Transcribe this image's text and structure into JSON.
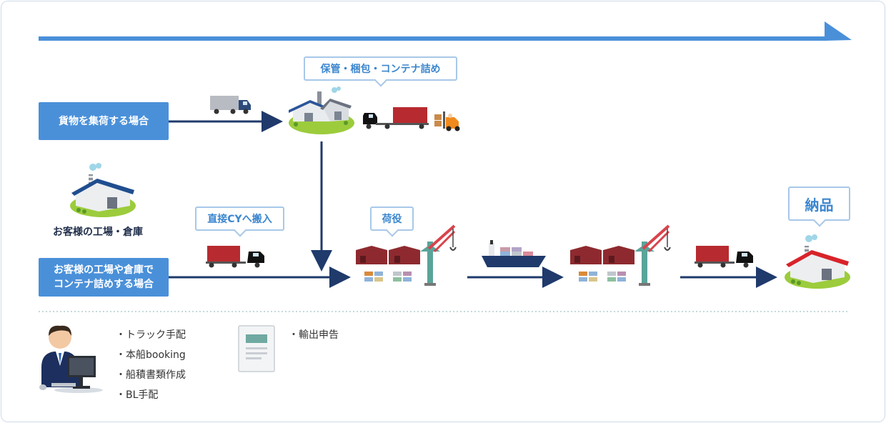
{
  "callouts": {
    "storage": "保管・梱包・コンテナ詰め",
    "direct_cy": "直接CYへ搬入",
    "cargo_handling": "荷役",
    "delivery": "納品"
  },
  "cases": {
    "collect": "貨物を集荷する場合",
    "vanning": "お客様の工場や倉庫で\nコンテナ詰めする場合"
  },
  "factory_label": "お客様の工場・倉庫",
  "tasks": [
    "・トラック手配",
    "・本船booking",
    "・船積書類作成",
    "・BL手配"
  ],
  "customs": "・輸出申告",
  "colors": {
    "accent": "#4a90d9",
    "arrow": "#1f3a6b",
    "callout_border": "#a8c8e8"
  }
}
